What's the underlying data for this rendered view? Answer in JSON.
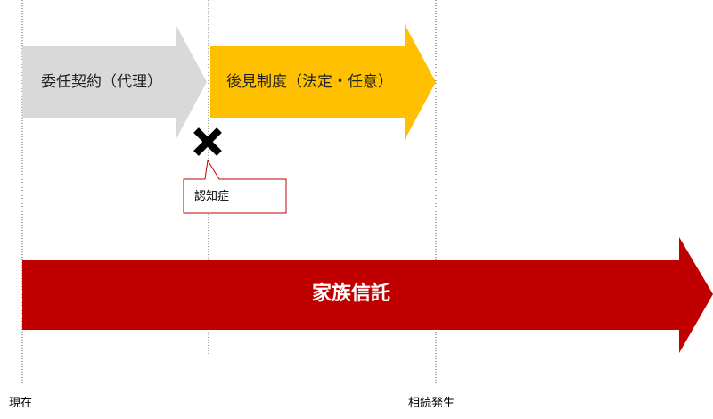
{
  "timeline": {
    "start_label": "現在",
    "inheritance_label": "相続発生"
  },
  "phases": {
    "agency": {
      "label": "委任契約（代理）",
      "color": "#d9d9d9"
    },
    "guardianship": {
      "label": "後見制度（法定・任意）",
      "color": "#ffc000"
    }
  },
  "trust": {
    "label": "家族信託",
    "color": "#c00000"
  },
  "event": {
    "label": "認知症",
    "marker_icon": "cross-icon"
  },
  "colors": {
    "callout_border": "#c00000",
    "divider": "#555555",
    "cross": "#000000"
  }
}
